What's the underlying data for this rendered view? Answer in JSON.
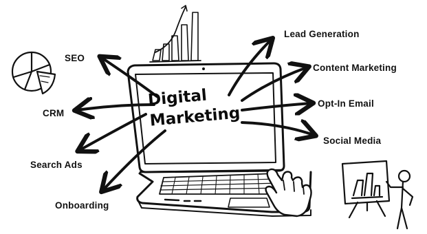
{
  "center_title": {
    "line1": "Digital",
    "line2": "Marketing"
  },
  "branches": {
    "lead_generation": "Lead Generation",
    "content_marketing": "Content Marketing",
    "opt_in_email": "Opt-In Email",
    "social_media": "Social Media",
    "seo": "SEO",
    "crm": "CRM",
    "search_ads": "Search Ads",
    "onboarding": "Onboarding"
  },
  "icons": [
    "pie-chart-icon",
    "growth-bar-chart-icon",
    "laptop-icon",
    "pointing-hand-icon",
    "presenter-board-icon"
  ],
  "colors": {
    "ink": "#111111",
    "background": "#ffffff"
  }
}
